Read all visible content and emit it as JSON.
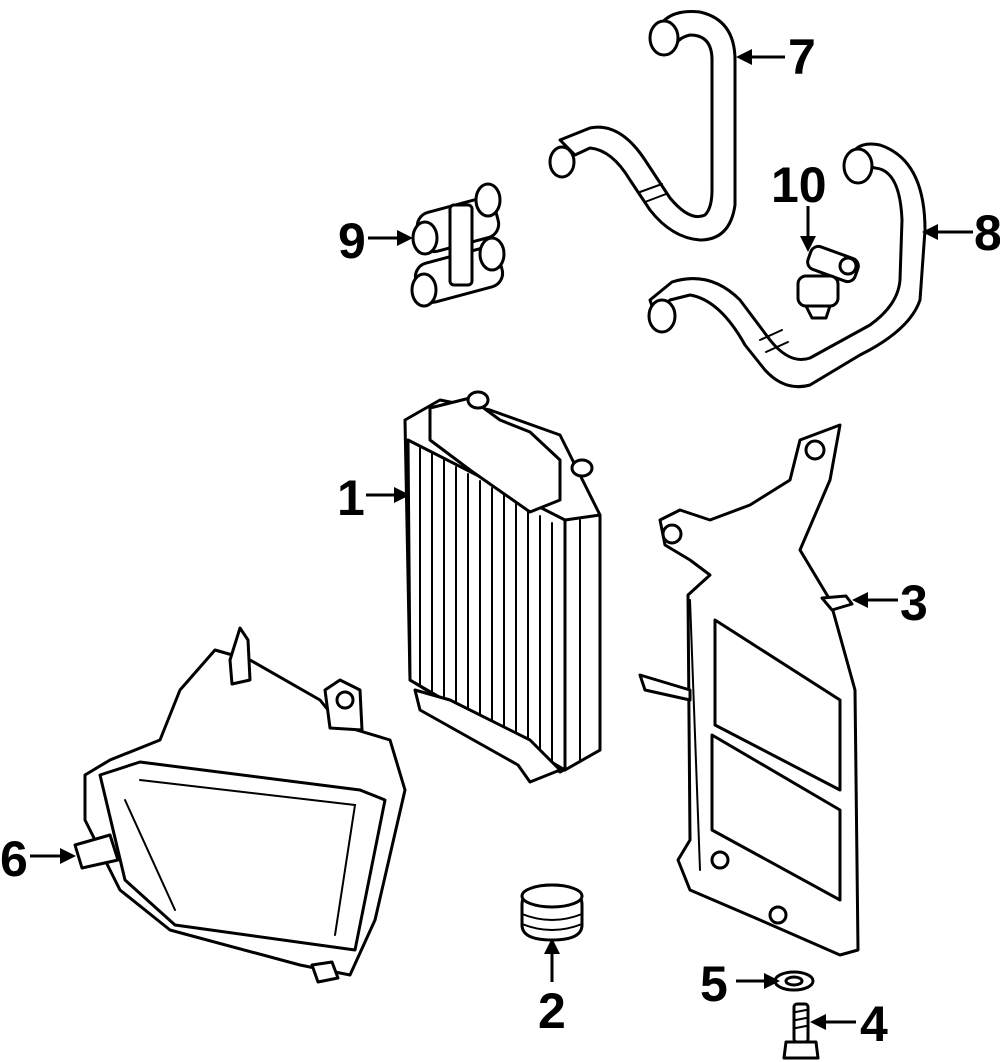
{
  "callouts": [
    {
      "id": "1",
      "part": "radiator"
    },
    {
      "id": "2",
      "part": "grommet"
    },
    {
      "id": "3",
      "part": "mounting-bracket"
    },
    {
      "id": "4",
      "part": "bolt"
    },
    {
      "id": "5",
      "part": "washer"
    },
    {
      "id": "6",
      "part": "air-duct"
    },
    {
      "id": "7",
      "part": "hose-upper"
    },
    {
      "id": "8",
      "part": "hose-lower"
    },
    {
      "id": "9",
      "part": "connector"
    },
    {
      "id": "10",
      "part": "sensor"
    }
  ],
  "colors": {
    "ink": "#000000",
    "paper": "#ffffff"
  }
}
